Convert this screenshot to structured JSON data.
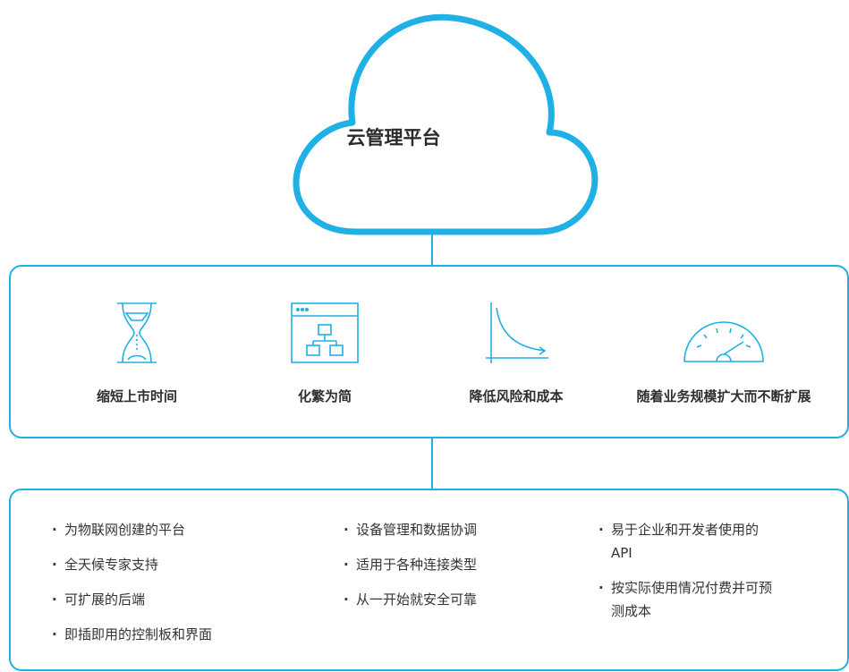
{
  "cloud": {
    "title": "云管理平台"
  },
  "features": [
    {
      "icon": "hourglass-icon",
      "label": "缩短上市时间"
    },
    {
      "icon": "flowchart-window-icon",
      "label": "化繁为简"
    },
    {
      "icon": "declining-curve-icon",
      "label": "降低风险和成本"
    },
    {
      "icon": "speedometer-icon",
      "label": "随着业务规模扩大而不断扩展"
    }
  ],
  "bullets": {
    "col1": [
      "为物联网创建的平台",
      "全天候专家支持",
      "可扩展的后端",
      "即插即用的控制板和界面"
    ],
    "col2": [
      "设备管理和数据协调",
      "适用于各种连接类型",
      "从一开始就安全可靠"
    ],
    "col3": [
      {
        "line1": "易于企业和开发者使用的",
        "line2": "API"
      },
      {
        "line1": "按实际使用情况付费并可预",
        "line2": "测成本"
      }
    ]
  },
  "colors": {
    "accent": "#1fb0e6",
    "text": "#2b2b2b"
  }
}
